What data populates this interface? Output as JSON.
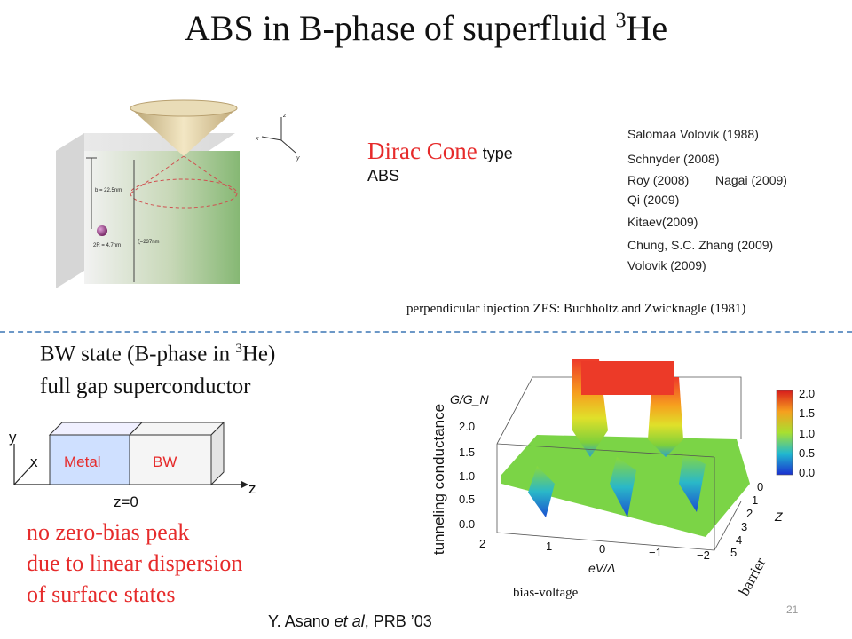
{
  "title": {
    "main": "ABS in B-phase of superfluid ",
    "sup": "3",
    "tail": "He"
  },
  "figure_top": {
    "b_label": "b = 22.5nm",
    "r_label": "2R = 4.7nm",
    "xi_label": "ξ=237nm",
    "axis_x": "x",
    "axis_y": "y",
    "axis_z": "z"
  },
  "dirac": {
    "red": "Dirac Cone",
    "type": "type",
    "abs": "ABS"
  },
  "references": [
    "Salomaa Volovik (1988)",
    "Schnyder (2008)",
    "Roy (2008)",
    "Nagai (2009)",
    "Qi (2009)",
    "Kitaev(2009)",
    "Chung, S.C. Zhang (2009)",
    "Volovik (2009)"
  ],
  "zes_note": "perpendicular injection ZES: Buchholtz and Zwicknagle (1981)",
  "bw_state": {
    "line1_a": "BW state (B-phase in ",
    "line1_sup": "3",
    "line1_b": "He)",
    "line2": "full gap superconductor"
  },
  "junction": {
    "metal": "Metal",
    "bw": "BW",
    "axis_y": "y",
    "axis_x": "x",
    "axis_z": "z",
    "z0": "z=0"
  },
  "notes": [
    "no zero-bias peak",
    "due to linear dispersion",
    "of surface states"
  ],
  "plot3d": {
    "zlabel": "G/G_N",
    "ztick_labels": [
      "2.0",
      "1.5",
      "1.0",
      "0.5",
      "0.0"
    ],
    "xtick_labels": [
      "2",
      "1",
      "0",
      "−1",
      "−2"
    ],
    "xlabel": "eV/Δ",
    "ytick_labels": [
      "0",
      "1",
      "2",
      "3",
      "4",
      "5"
    ],
    "ylabel": "Z",
    "colorbar_ticks": [
      "2.0",
      "1.5",
      "1.0",
      "0.5",
      "0.0"
    ],
    "side_label": "tunneling conductance",
    "bottom_label": "bias-voltage",
    "barrier_label": "barrier"
  },
  "citation": {
    "author": "Y. Asano ",
    "etal": "et al",
    "rest": ", PRB ’03"
  },
  "page_number": "21"
}
